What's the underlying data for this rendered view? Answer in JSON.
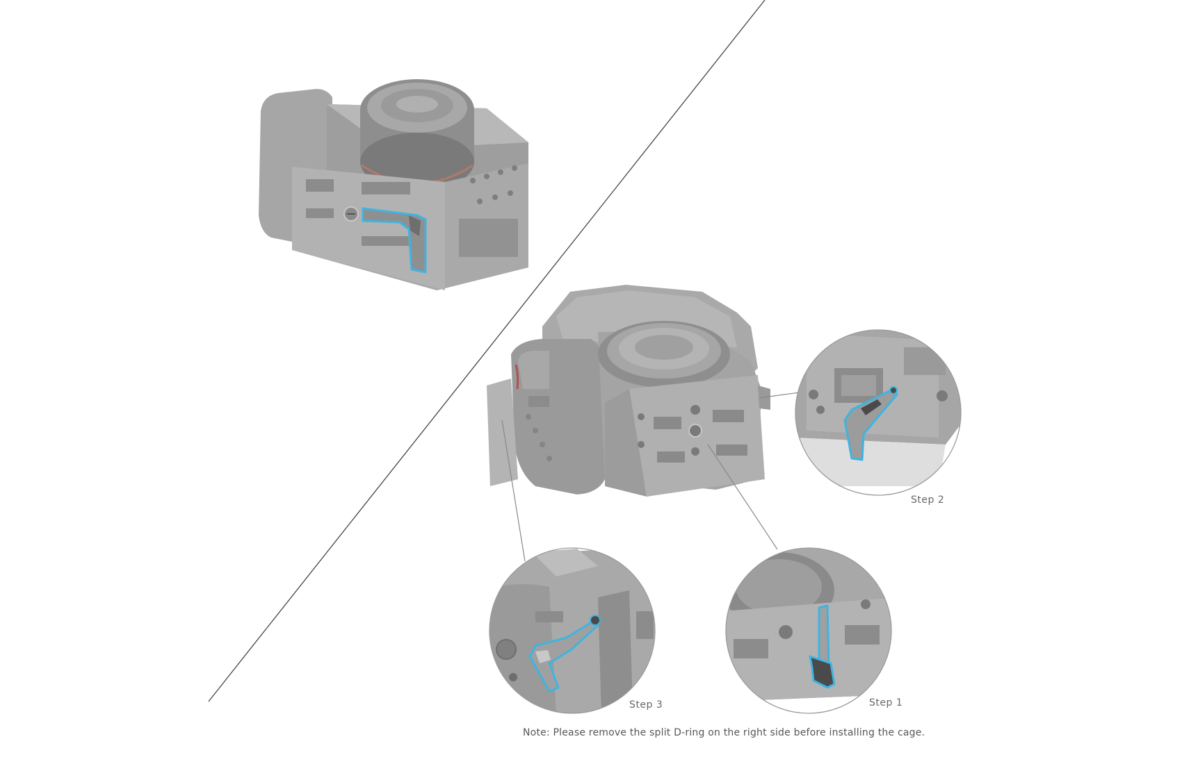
{
  "diagram": {
    "steps": [
      {
        "id": "step-1",
        "label": "Step 1"
      },
      {
        "id": "step-2",
        "label": "Step 2"
      },
      {
        "id": "step-3",
        "label": "Step 3"
      }
    ],
    "note": "Note: Please remove the split D-ring on the right side before installing the cage."
  },
  "colors": {
    "cage_gray": "#a6a6a6",
    "cage_dark": "#8a8a8a",
    "cage_light": "#c4c4c4",
    "highlight_blue": "#3fb4e0",
    "tool_dark": "#4a4a4a",
    "line": "#444444",
    "leader": "#888888",
    "callout_border": "#9a9a9a"
  }
}
